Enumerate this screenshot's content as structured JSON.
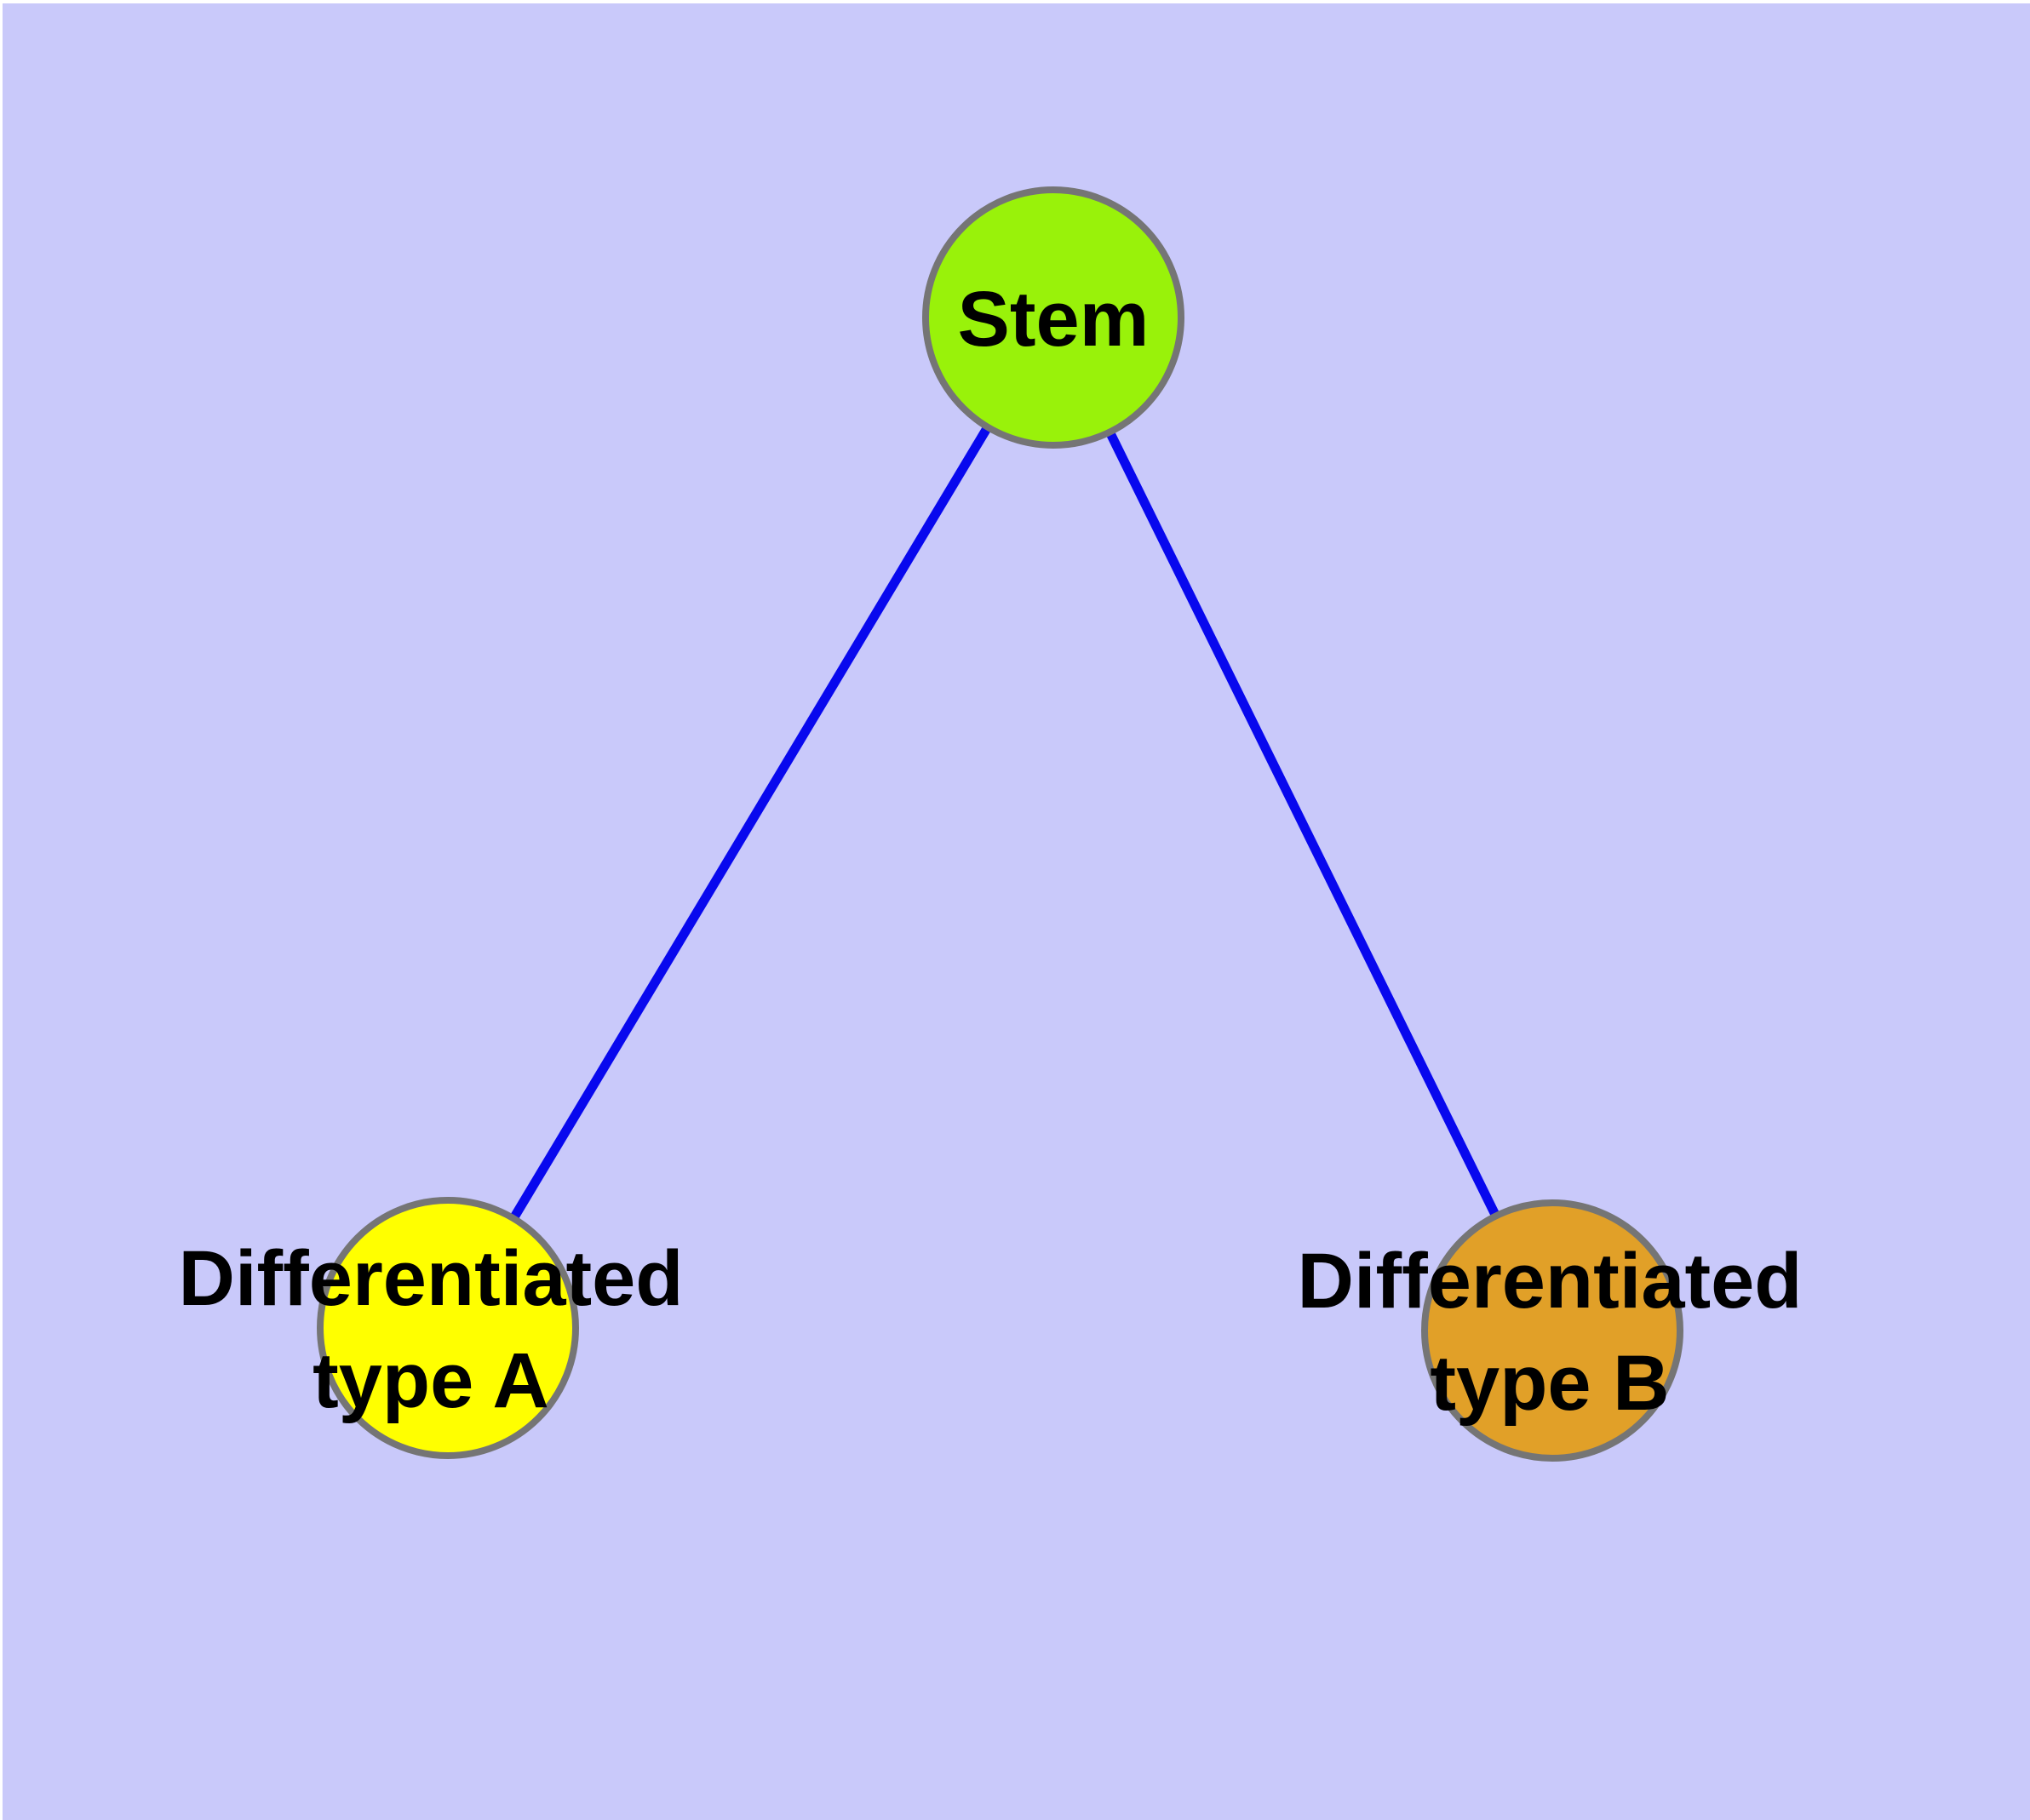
{
  "canvas": {
    "background_color": "#C9C9FA",
    "page_margin_color": "#FFFFFF",
    "text_color": "#000000",
    "node_border_color": "#757575"
  },
  "graph": {
    "nodes": [
      {
        "id": "stem",
        "lines": [
          "Stem"
        ],
        "fill": "#99F20A",
        "border": "#757575"
      },
      {
        "id": "differentiated-type-a",
        "lines": [
          "Differentiated",
          "type A"
        ],
        "fill": "#FFFF00",
        "border": "#757575"
      },
      {
        "id": "differentiated-type-b",
        "lines": [
          "Differentiated",
          "type B"
        ],
        "fill": "#E1A028",
        "border": "#757575"
      }
    ],
    "edges": [
      {
        "from": "stem",
        "to": "differentiated-type-a",
        "color": "#0808EE"
      },
      {
        "from": "stem",
        "to": "differentiated-type-b",
        "color": "#0808EE"
      }
    ]
  }
}
